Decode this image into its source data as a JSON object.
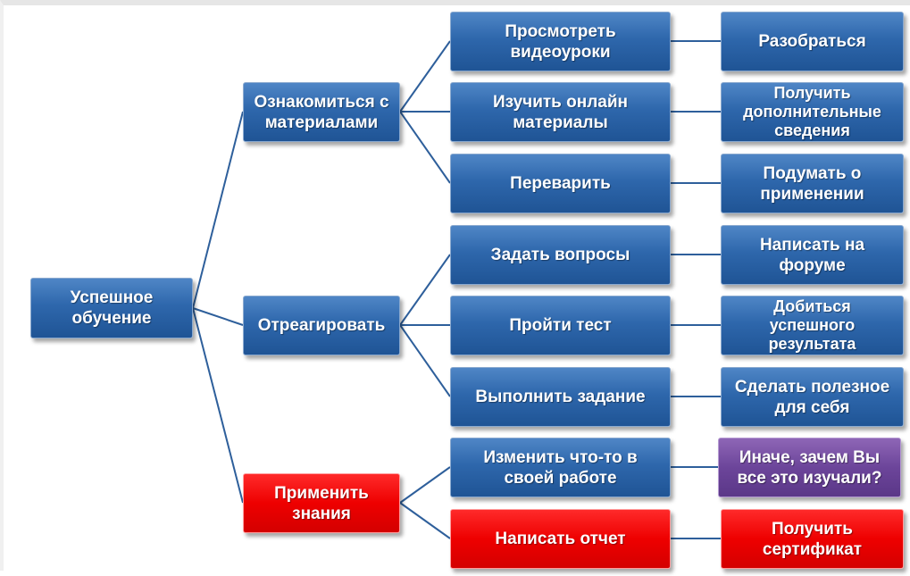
{
  "colors": {
    "blue": "#2e67ac",
    "red": "#ee0000",
    "purple": "#6c459a",
    "connector": "#2e5f9b"
  },
  "root": {
    "label": "Успешное\nобучение"
  },
  "level1": [
    {
      "label": "Ознакомиться с\nматериалами"
    },
    {
      "label": "Отреагировать"
    },
    {
      "label": "Применить\nзнания"
    }
  ],
  "level2": [
    {
      "label": "Просмотреть\nвидеоуроки"
    },
    {
      "label": "Изучить онлайн\nматериалы"
    },
    {
      "label": "Переварить"
    },
    {
      "label": "Задать вопросы"
    },
    {
      "label": "Пройти тест"
    },
    {
      "label": "Выполнить задание"
    },
    {
      "label": "Изменить что-то в\nсвоей работе"
    },
    {
      "label": "Написать отчет"
    }
  ],
  "level3": [
    {
      "label": "Разобраться"
    },
    {
      "label": "Получить\nдополнительные\nсведения"
    },
    {
      "label": "Подумать о\nприменении"
    },
    {
      "label": "Написать на\nфоруме"
    },
    {
      "label": "Добиться\nуспешного\nрезультата"
    },
    {
      "label": "Сделать полезное\nдля себя"
    },
    {
      "label": "Иначе, зачем Вы\nвсе это изучали?"
    },
    {
      "label": "Получить\nсертификат"
    }
  ]
}
